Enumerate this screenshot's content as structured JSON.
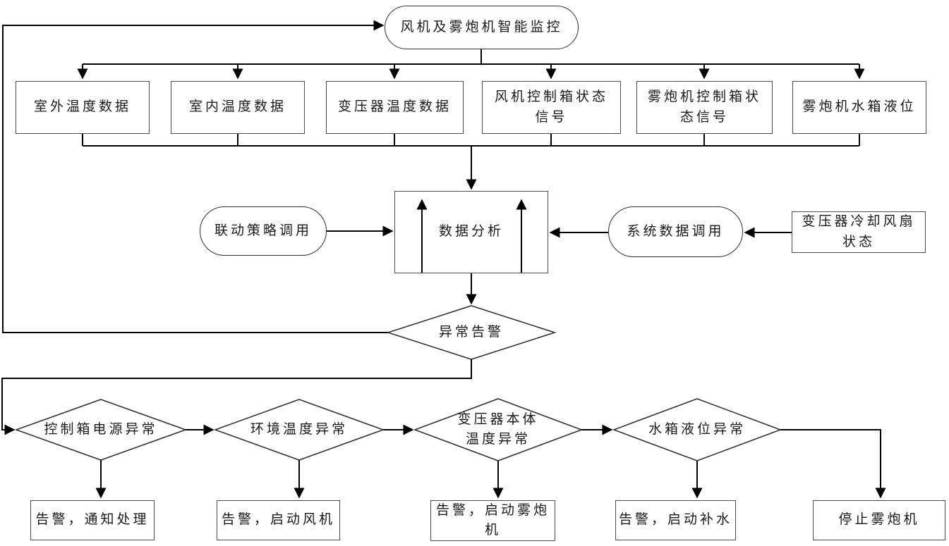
{
  "diagram": {
    "title": "风机及雾炮机智能监控",
    "sources": [
      "室外温度数据",
      "室内温度数据",
      "变压器温度数据",
      "风机控制箱状态\n信号",
      "雾炮机控制箱状\n态信号",
      "雾炮机水箱液位"
    ],
    "linkage_policy": "联动策略调用",
    "data_analysis": "数据分析",
    "system_data_call": "系统数据调用",
    "transformer_fan_state": "变压器冷却风扇\n状态",
    "alarm_decision": "异常告警",
    "checks": [
      "控制箱电源异常",
      "环境温度异常",
      "变压器本体\n温度异常",
      "水箱液位异常"
    ],
    "actions": [
      "告警，通知处理",
      "告警，启动风机",
      "告警，启动雾炮\n机",
      "告警，启动补水",
      "停止雾炮机"
    ]
  },
  "colors": {
    "connector": "#000000",
    "node_border": "#4a4a4a",
    "background": "#ffffff",
    "text": "#1a1a1a"
  }
}
